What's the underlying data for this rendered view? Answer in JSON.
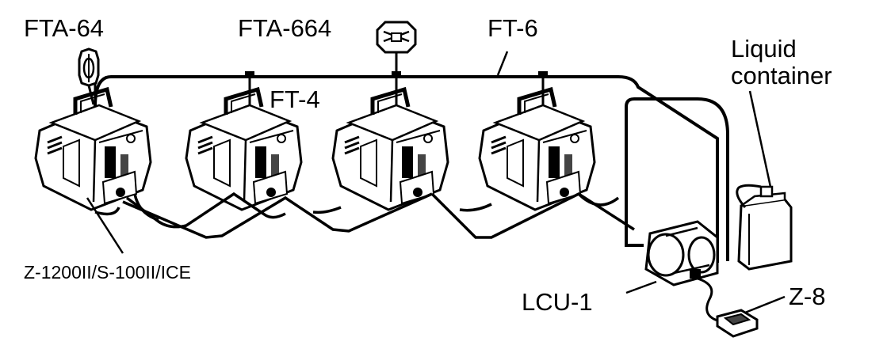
{
  "labels": {
    "fta64": "FTA-64",
    "fta664": "FTA-664",
    "ft6": "FT-6",
    "ft4": "FT-4",
    "liquid_line1": "Liquid",
    "liquid_line2": "container",
    "machine_models": "Z-1200II/S-100II/ICE",
    "lcu1": "LCU-1",
    "z8": "Z-8"
  },
  "icons": {
    "fog_machine": "fog-machine-icon",
    "lamp_nozzle": "fta64-nozzle-icon",
    "fan_nozzle": "fta664-nozzle-icon",
    "liquid_container": "jerrycan-icon",
    "control_unit": "lcu-pump-icon",
    "remote": "z8-remote-icon"
  },
  "colors": {
    "line": "#000000",
    "background": "#ffffff",
    "fill": "#ffffff",
    "shade": "#444444"
  }
}
